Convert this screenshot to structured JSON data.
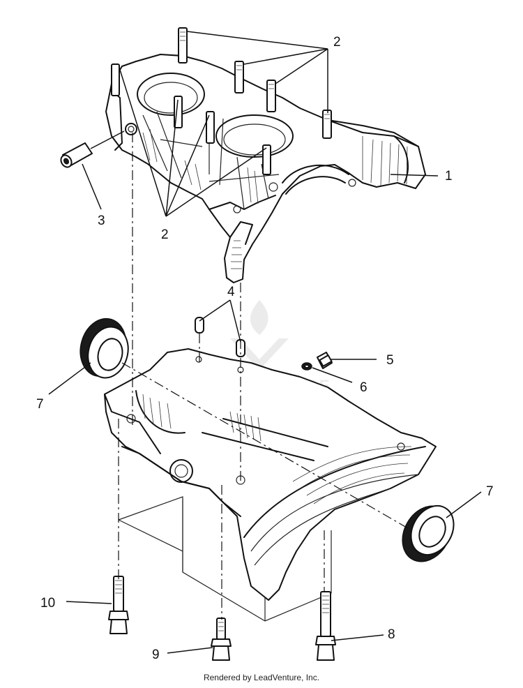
{
  "callouts": [
    {
      "id": "1",
      "label": "1",
      "part": "crankcase-upper"
    },
    {
      "id": "2a",
      "label": "2",
      "part": "stud"
    },
    {
      "id": "2b",
      "label": "2",
      "part": "stud"
    },
    {
      "id": "3",
      "label": "3",
      "part": "sleeve-fitting"
    },
    {
      "id": "4",
      "label": "4",
      "part": "dowel-pin"
    },
    {
      "id": "5",
      "label": "5",
      "part": "bolt"
    },
    {
      "id": "6",
      "label": "6",
      "part": "washer"
    },
    {
      "id": "7a",
      "label": "7",
      "part": "crankshaft-seal"
    },
    {
      "id": "7b",
      "label": "7",
      "part": "crankshaft-seal"
    },
    {
      "id": "8",
      "label": "8",
      "part": "bolt"
    },
    {
      "id": "9",
      "label": "9",
      "part": "bolt"
    },
    {
      "id": "10",
      "label": "10",
      "part": "bolt"
    }
  ],
  "footer": "Rendered by LeadVenture, Inc.",
  "watermark": "LEADVENTURE"
}
